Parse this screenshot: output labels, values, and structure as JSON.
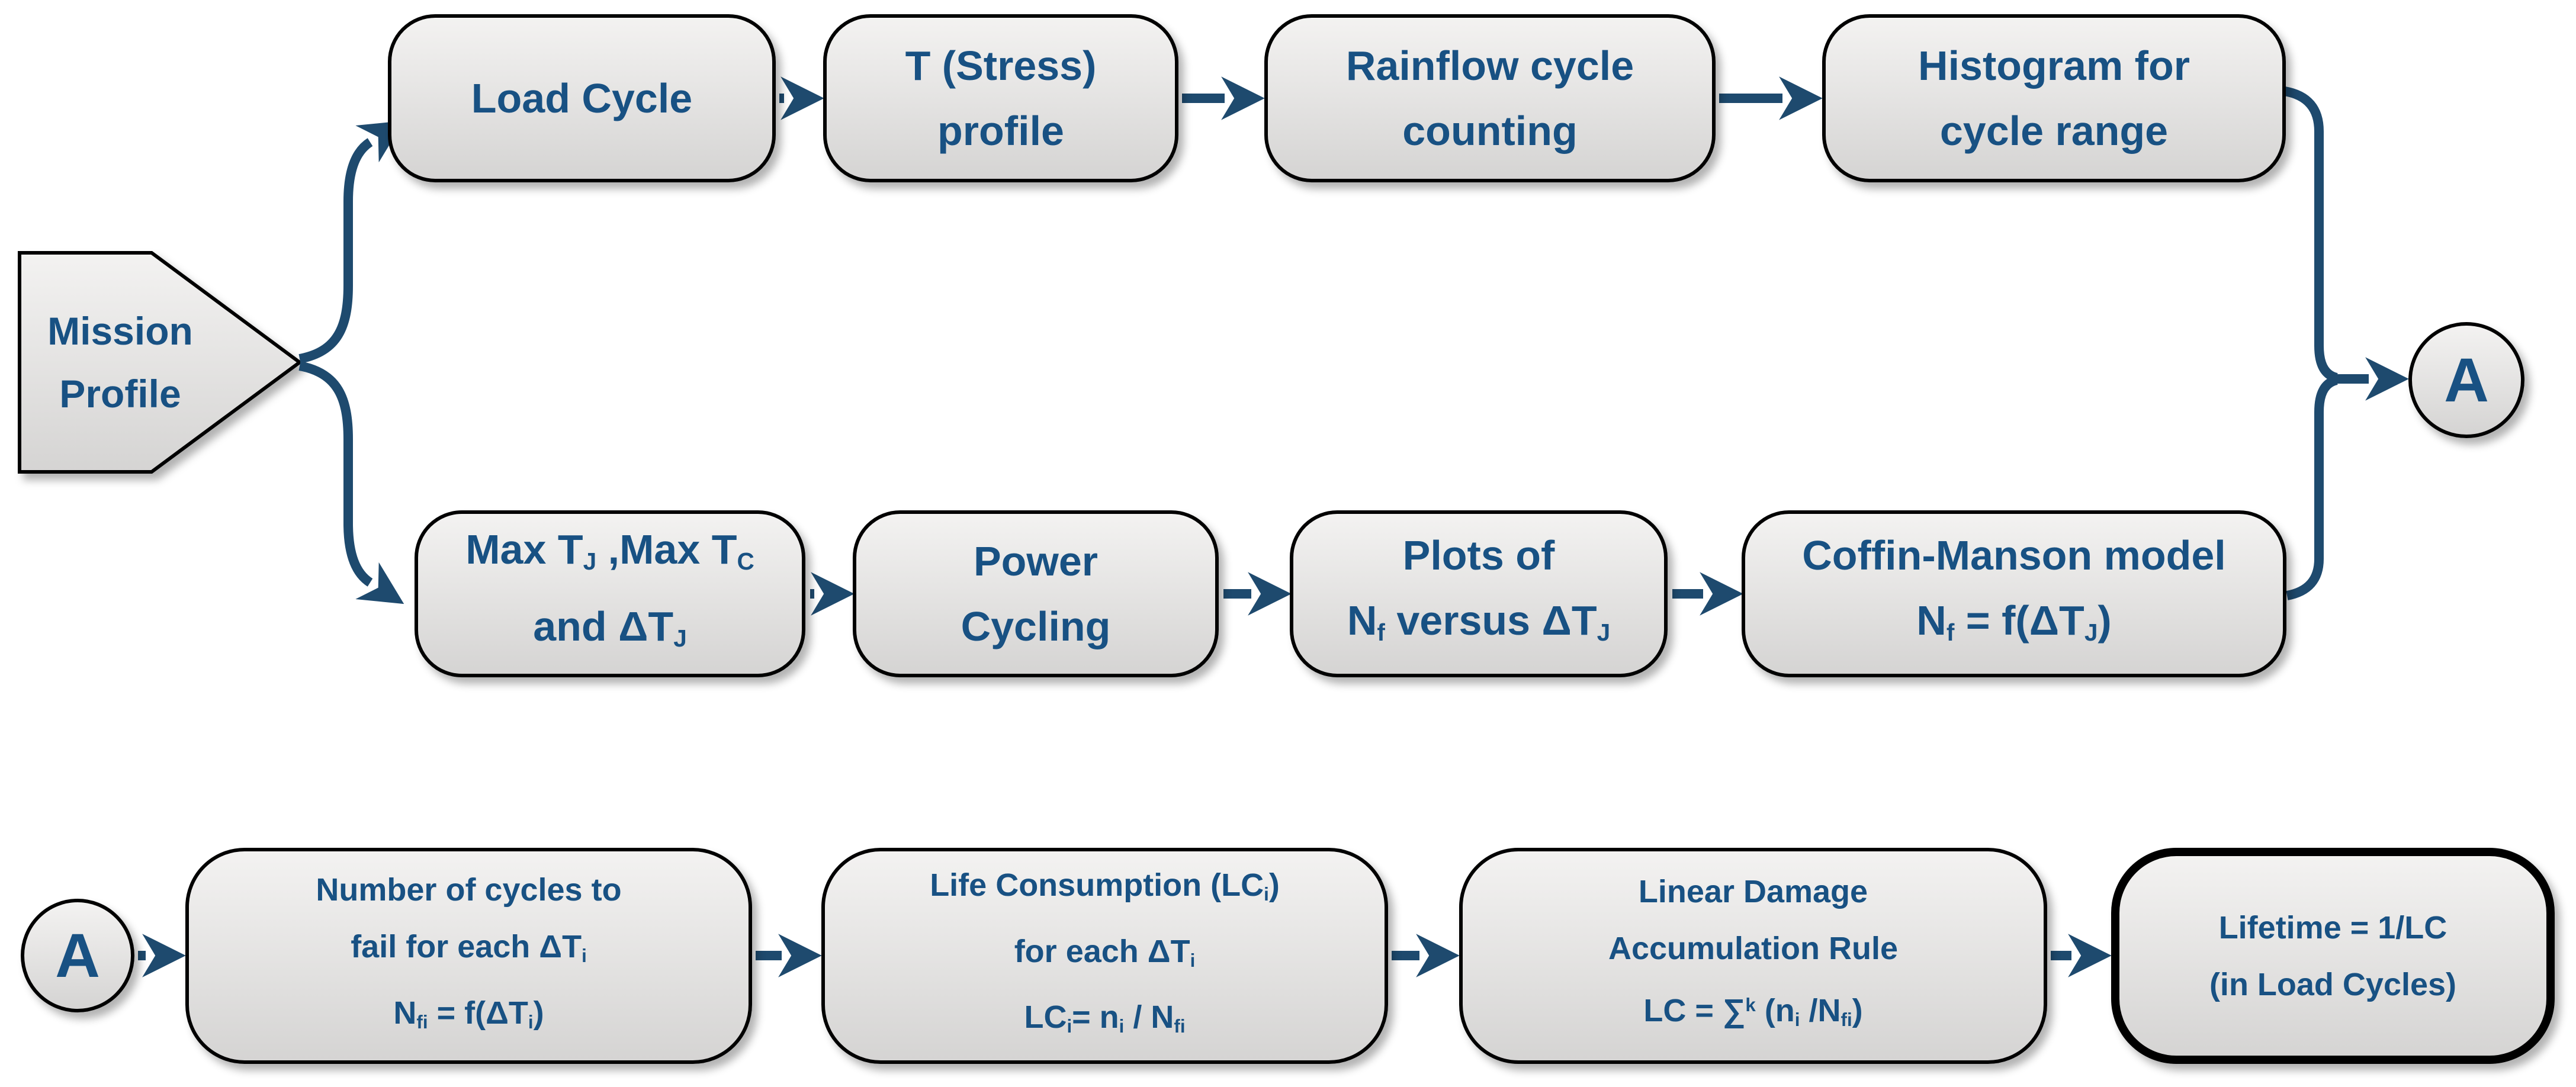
{
  "colors": {
    "background": "#ffffff",
    "arrow": "#1e4a6e",
    "node_text": "#185183",
    "node_border": "#000000",
    "node_fill_top": "#f3f2f1",
    "node_fill_bottom": "#d5d4d3"
  },
  "connectors": {
    "top": {
      "label": "A"
    },
    "bottom": {
      "label": "A"
    }
  },
  "nodes": {
    "mission": {
      "segments": [
        {
          "t": "Mission"
        },
        {
          "br": true
        },
        {
          "t": "Profile"
        }
      ]
    },
    "load_cycle": {
      "segments": [
        {
          "t": "Load Cycle"
        }
      ]
    },
    "t_stress": {
      "segments": [
        {
          "t": "T (Stress)"
        },
        {
          "br": true
        },
        {
          "t": "profile"
        }
      ]
    },
    "rainflow": {
      "segments": [
        {
          "t": "Rainflow cycle"
        },
        {
          "br": true
        },
        {
          "t": "counting"
        }
      ]
    },
    "histogram": {
      "segments": [
        {
          "t": "Histogram for"
        },
        {
          "br": true
        },
        {
          "t": "cycle range"
        }
      ]
    },
    "max_t": {
      "segments": [
        {
          "t": "Max T"
        },
        {
          "sub": "J"
        },
        {
          "t": " ,Max T"
        },
        {
          "sub": "C"
        },
        {
          "br": true
        },
        {
          "t": "and ΔT"
        },
        {
          "sub": "J"
        }
      ]
    },
    "power_cycling": {
      "segments": [
        {
          "t": "Power"
        },
        {
          "br": true
        },
        {
          "t": "Cycling"
        }
      ]
    },
    "plots": {
      "segments": [
        {
          "t": "Plots of"
        },
        {
          "br": true
        },
        {
          "t": "N"
        },
        {
          "sub": "f"
        },
        {
          "t": " versus ΔT"
        },
        {
          "sub": "J"
        }
      ]
    },
    "coffin_manson": {
      "segments": [
        {
          "t": "Coffin-Manson model"
        },
        {
          "br": true
        },
        {
          "t": "N"
        },
        {
          "sub": "f"
        },
        {
          "t": " = f(ΔT"
        },
        {
          "sub": "J"
        },
        {
          "t": ")"
        }
      ]
    },
    "cycles_to_fail": {
      "segments": [
        {
          "t": "Number of cycles to"
        },
        {
          "br": true
        },
        {
          "t": "fail for each ΔT"
        },
        {
          "sub": "i"
        },
        {
          "br": true
        },
        {
          "t": "N"
        },
        {
          "sub": "fi"
        },
        {
          "t": " = f(ΔT"
        },
        {
          "sub": "i"
        },
        {
          "t": ")"
        }
      ]
    },
    "life_consumption": {
      "segments": [
        {
          "t": "Life Consumption (LC"
        },
        {
          "sub": "i"
        },
        {
          "t": ")"
        },
        {
          "br": true
        },
        {
          "t": "for each ΔT"
        },
        {
          "sub": "i"
        },
        {
          "br": true
        },
        {
          "t": "LC"
        },
        {
          "sub": "i"
        },
        {
          "t": "= n"
        },
        {
          "sub": "i"
        },
        {
          "t": " / N"
        },
        {
          "sub": "fi"
        }
      ]
    },
    "linear_damage": {
      "segments": [
        {
          "t": "Linear Damage"
        },
        {
          "br": true
        },
        {
          "t": "Accumulation Rule"
        },
        {
          "br": true
        },
        {
          "t": "LC = ∑"
        },
        {
          "sup": "k"
        },
        {
          "t": " (n"
        },
        {
          "sub": "i"
        },
        {
          "t": " /N"
        },
        {
          "sub": "fi"
        },
        {
          "t": ")"
        }
      ]
    },
    "lifetime": {
      "segments": [
        {
          "t": "Lifetime = 1/LC"
        },
        {
          "br": true
        },
        {
          "t": "(in Load Cycles)"
        }
      ]
    }
  }
}
